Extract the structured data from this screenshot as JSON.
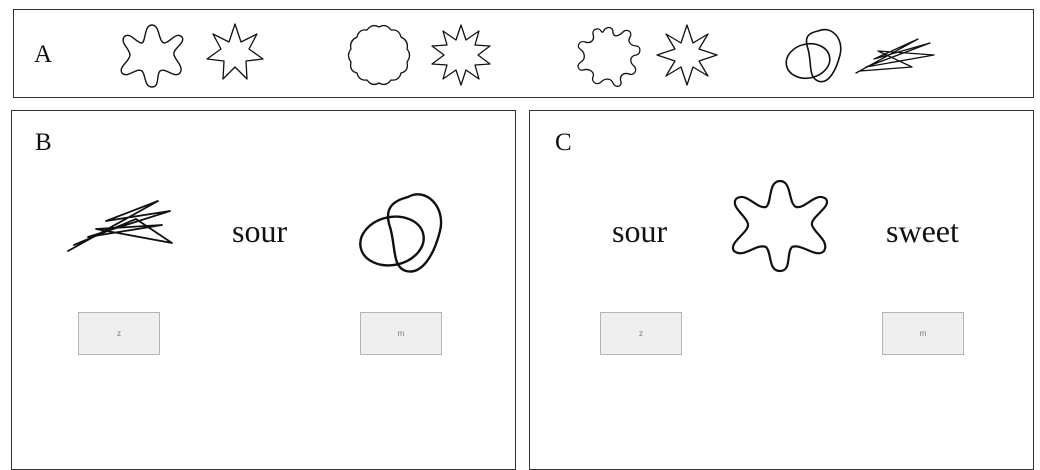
{
  "panel_a": {
    "label": "A",
    "shape_pairs": [
      [
        "blob-flower-icon",
        "star-7-point-icon"
      ],
      [
        "wavy-circle-icon",
        "star-10-point-icon"
      ],
      [
        "pinched-blob-icon",
        "star-8-point-icon"
      ],
      [
        "loopy-knot-icon",
        "zigzag-scribble-icon"
      ]
    ]
  },
  "panel_b": {
    "label": "B",
    "left_shape": "zigzag-scribble-icon",
    "word": "sour",
    "right_shape": "loopy-knot-icon",
    "left_key": "z",
    "right_key": "m"
  },
  "panel_c": {
    "label": "C",
    "left_word": "sour",
    "shape": "blob-flower-icon",
    "right_word": "sweet",
    "left_key": "z",
    "right_key": "m"
  }
}
